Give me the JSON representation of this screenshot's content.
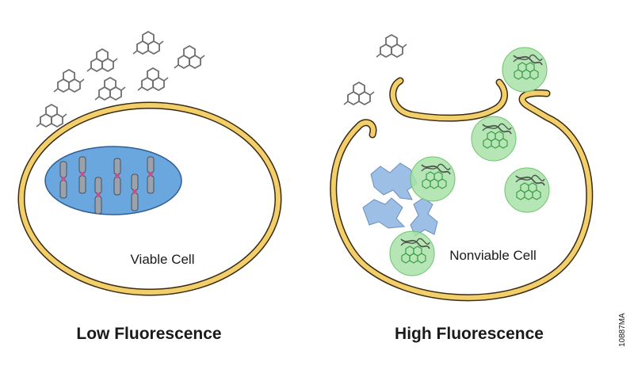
{
  "labels": {
    "viable_cell": "Viable Cell",
    "nonviable_cell": "Nonviable Cell",
    "low_fluorescence": "Low Fluorescence",
    "high_fluorescence": "High Fluorescence",
    "figure_code": "10887MA"
  },
  "colors": {
    "membrane": "#f2cf6b",
    "membrane_outline": "#3a2a10",
    "nucleus": "#6aa7de",
    "nucleus_outline": "#2f5e94",
    "chromosome": "#9aa3ad",
    "centromere": "#d24a8a",
    "dna_fragment": "#9dbfe6",
    "stain_glow": "#7fd27f",
    "dye_molecule": "#6e6e6e"
  },
  "cells": [
    {
      "state": "viable",
      "fluorescence": "low"
    },
    {
      "state": "nonviable",
      "fluorescence": "high"
    }
  ]
}
